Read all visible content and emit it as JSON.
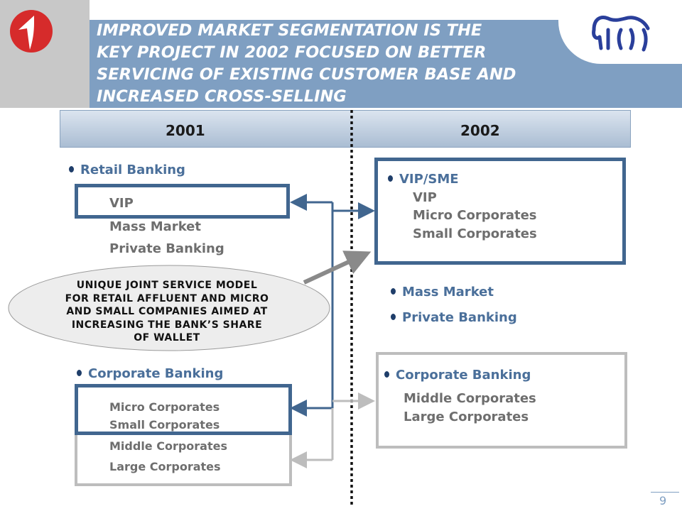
{
  "header": {
    "title": "IMPROVED MARKET SEGMENTATION IS THE\nKEY PROJECT IN 2002 FOCUSED ON BETTER\nSERVICING OF EXISTING CUSTOMER BASE AND\nINCREASED CROSS-SELLING",
    "left_logo_icon": "red-circle-arrow-logo-icon",
    "right_logo_icon": "bison-logo-icon"
  },
  "years": {
    "left": "2001",
    "right": "2002"
  },
  "left_2001": {
    "retail": {
      "heading": "Retail Banking",
      "items": [
        "VIP",
        "Mass Market",
        "Private Banking"
      ]
    },
    "ellipse_text": "UNIQUE JOINT SERVICE MODEL\nFOR RETAIL AFFLUENT AND MICRO\nAND SMALL COMPANIES AIMED AT\nINCREASING THE BANK’S SHARE\nOF WALLET",
    "corporate": {
      "heading": "Corporate Banking",
      "items": [
        "Micro Corporates",
        "Small Corporates",
        "Middle Corporates",
        "Large Corporates"
      ]
    }
  },
  "right_2002": {
    "vip_sme": {
      "heading": "VIP/SME",
      "items": [
        "VIP",
        "Micro Corporates",
        "Small Corporates"
      ]
    },
    "mass_market": "Mass Market",
    "private_banking": "Private Banking",
    "corporate": {
      "heading": "Corporate Banking",
      "items": [
        "Middle Corporates",
        "Large Corporates"
      ]
    }
  },
  "colors": {
    "header_band": "#7f9fc2",
    "accent_blue": "#41668f",
    "grey_box": "#bdbdbd",
    "heading_text": "#4a6f9a"
  },
  "page_number": "9"
}
